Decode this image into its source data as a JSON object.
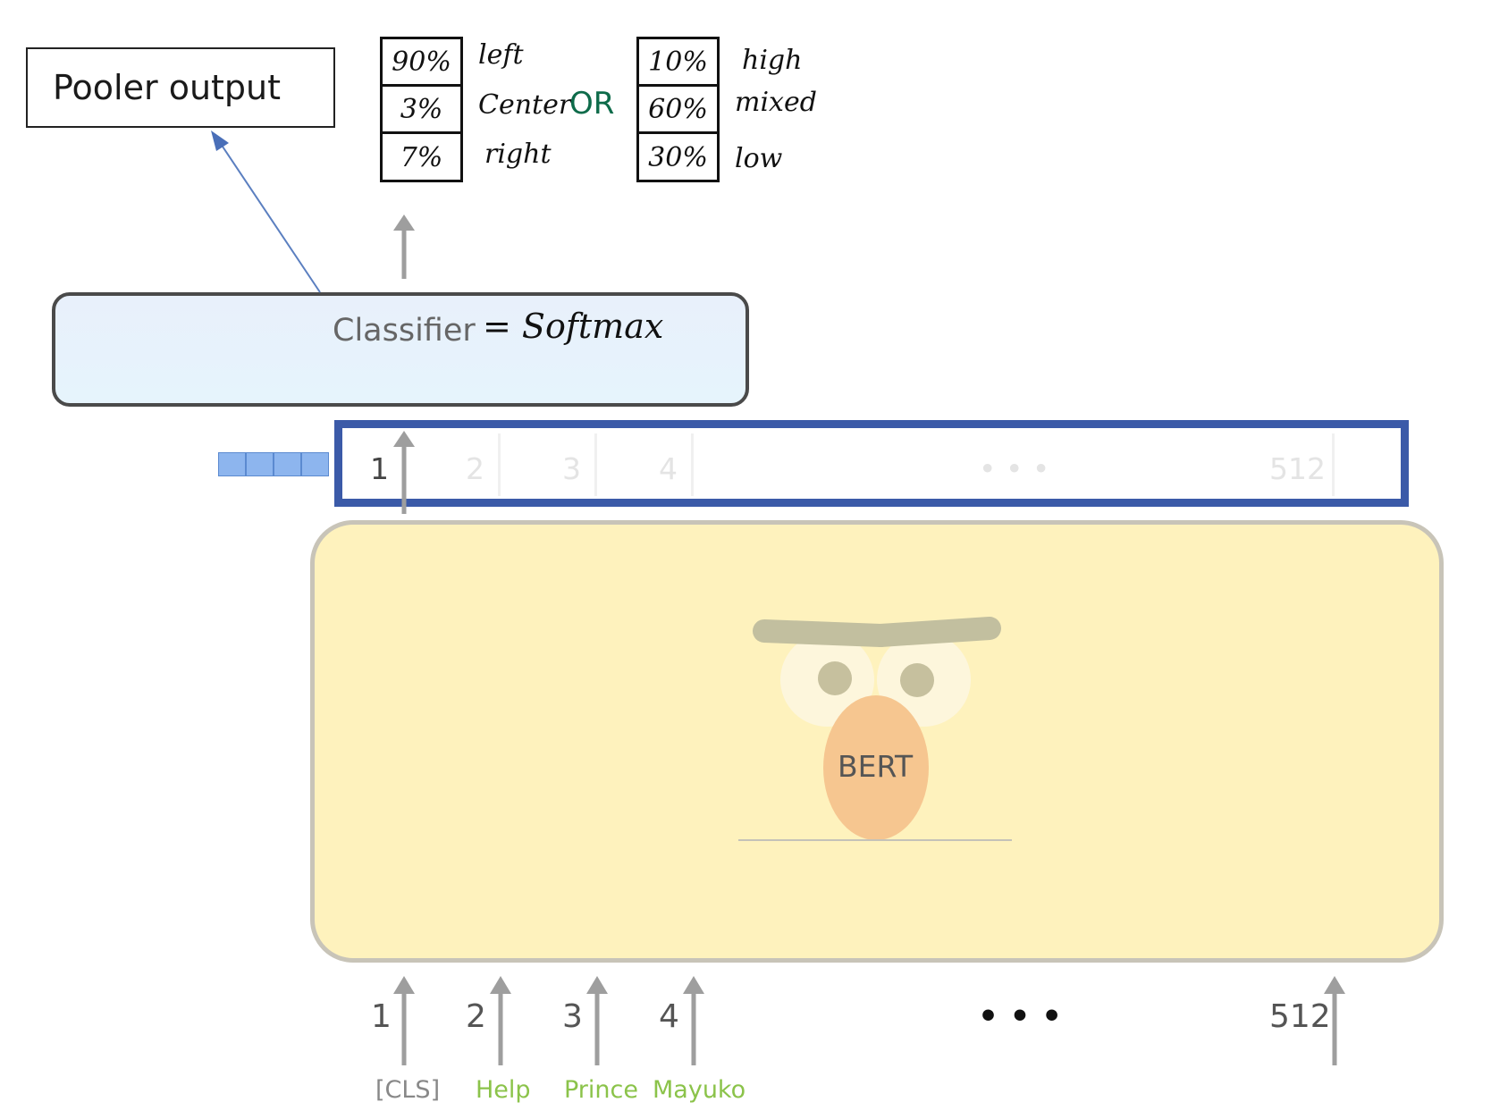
{
  "pooler": {
    "label": "Pooler output"
  },
  "classifier": {
    "label": "Classifier",
    "equation": "= Softmax"
  },
  "table_a": {
    "rows": [
      {
        "value": "90%",
        "label": "left"
      },
      {
        "value": "3%",
        "label": "Center"
      },
      {
        "value": "7%",
        "label": "right"
      }
    ]
  },
  "or_text": "OR",
  "table_b": {
    "rows": [
      {
        "value": "10%",
        "label": "high"
      },
      {
        "value": "60%",
        "label": "mixed"
      },
      {
        "value": "30%",
        "label": "low"
      }
    ]
  },
  "output_positions": [
    "1",
    "2",
    "3",
    "4",
    "• • •",
    "512"
  ],
  "bert": {
    "label": "BERT"
  },
  "input_positions": [
    "1",
    "2",
    "3",
    "4",
    "• • •",
    "512"
  ],
  "input_tokens": [
    "[CLS]",
    "Help",
    "Prince",
    "Mayuko"
  ],
  "colors": {
    "accent_blue": "#3b5aa8",
    "token_green": "#8bc34a",
    "bert_yellow": "#fef2bd",
    "nose_orange": "#f6c690",
    "or_green": "#0e6b4a"
  }
}
